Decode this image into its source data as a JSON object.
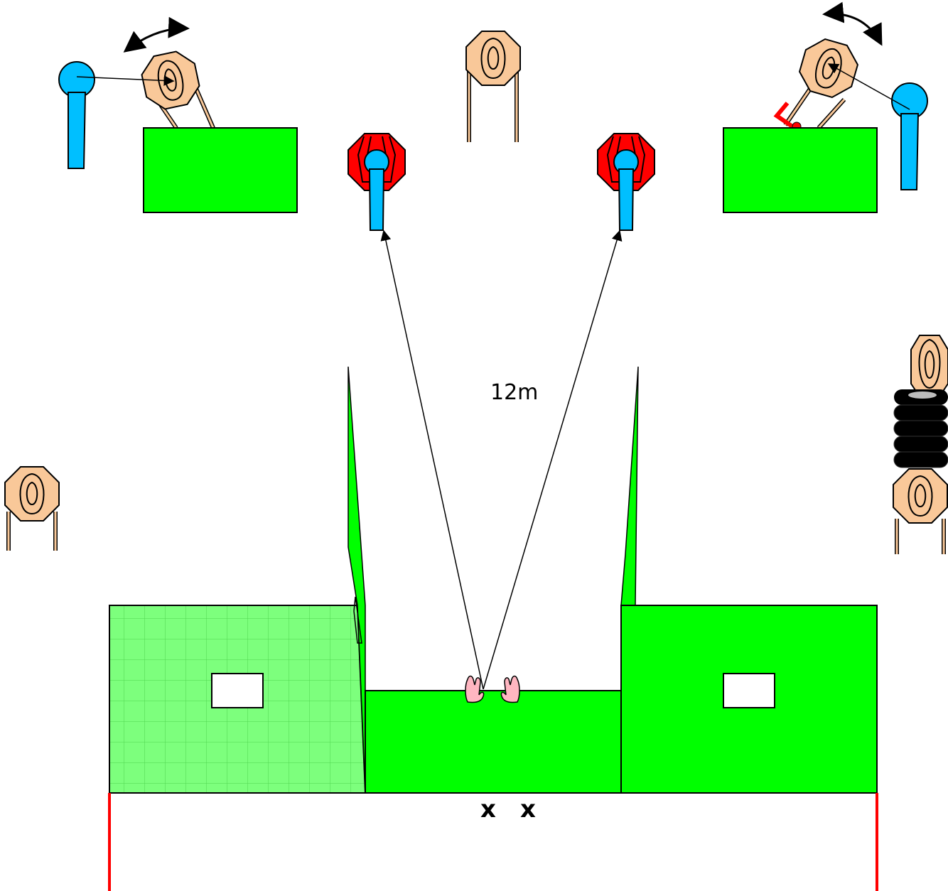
{
  "diagram": {
    "distance_label": "12m",
    "start_marks": [
      "x",
      "x"
    ],
    "colors": {
      "wall": "#00ff00",
      "wall_outline": "#000000",
      "paper_target": "#f9c899",
      "steel_target": "#ff0000",
      "no_shoot": "#00bfff",
      "fault_line": "#ff0000",
      "hands": "#ffb6c1",
      "tires": "#000000"
    },
    "elements": [
      "swinging-paper-target-left",
      "swinging-paper-target-right",
      "steel-plate-left",
      "steel-plate-right",
      "paper-target-top-center",
      "paper-target-left",
      "paper-targets-right-with-tires",
      "shooting-box"
    ]
  }
}
